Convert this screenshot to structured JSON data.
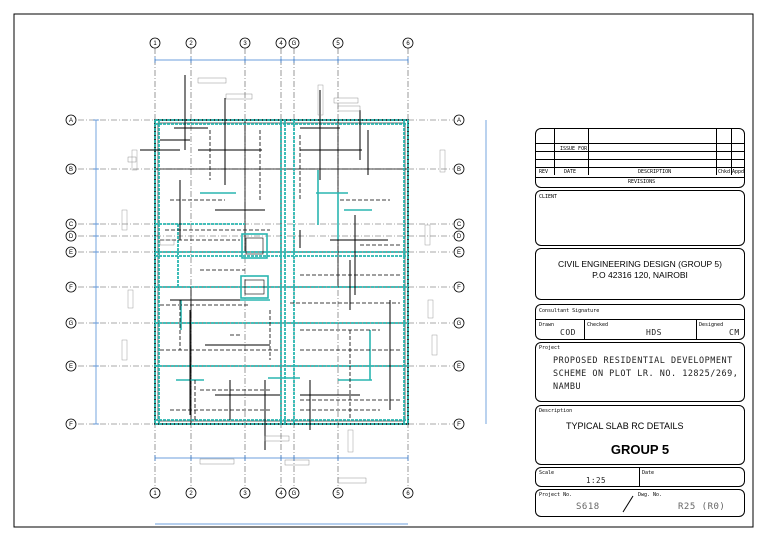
{
  "grid": {
    "columns": [
      "1",
      "2",
      "3",
      "4",
      "5",
      "6"
    ],
    "rows": [
      "A",
      "B",
      "C",
      "D",
      "E",
      "F",
      "G",
      "E",
      "F"
    ]
  },
  "revision_table": {
    "headers": [
      "REV",
      "DATE",
      "DESCRIPTION",
      "Chkd",
      "Appd"
    ],
    "row_text": "ISSUE FOR",
    "caption": "REVISIONS"
  },
  "client": {
    "label": "CLIENT"
  },
  "designer": {
    "line1": "CIVIL ENGINEERING DESIGN (GROUP 5)",
    "line2": "P.O 42316 120, NAIROBI"
  },
  "consultant": {
    "label": "Consultant Signature"
  },
  "signatures": {
    "drawn_label": "Drawn",
    "drawn_value": "COD",
    "checked_label": "Checked",
    "checked_value": "HDS",
    "designed_label": "Designed",
    "designed_value": "CM"
  },
  "project": {
    "label": "Project",
    "line1": "PROPOSED RESIDENTIAL DEVELOPMENT",
    "line2": "SCHEME ON PLOT LR. NO. 12825/269,",
    "line3": "NAMBU"
  },
  "description": {
    "label": "Description",
    "title": "TYPICAL SLAB RC DETAILS",
    "group": "GROUP 5"
  },
  "scale": {
    "label": "Scale",
    "value": "1:25",
    "date_label": "Date"
  },
  "numbers": {
    "project_label": "Project No.",
    "project_value": "S618",
    "drawing_label": "Dwg. No.",
    "drawing_value": "R25 (R0)"
  },
  "colors": {
    "rebar": "#2ab6b0",
    "dimension": "#3b7fd1",
    "ink": "#000000"
  }
}
